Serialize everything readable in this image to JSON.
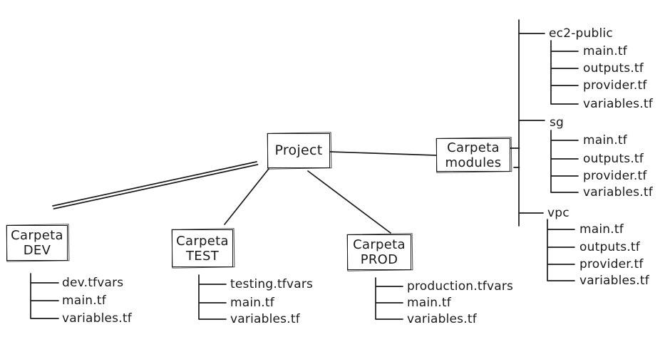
{
  "diagram": {
    "root": {
      "label": "Project"
    },
    "modules_box": {
      "line1": "Carpeta",
      "line2": "modules"
    },
    "environments": [
      {
        "box_line1": "Carpeta",
        "box_line2": "DEV",
        "files": [
          "dev.tfvars",
          "main.tf",
          "variables.tf"
        ]
      },
      {
        "box_line1": "Carpeta",
        "box_line2": "TEST",
        "files": [
          "testing.tfvars",
          "main.tf",
          "variables.tf"
        ]
      },
      {
        "box_line1": "Carpeta",
        "box_line2": "PROD",
        "files": [
          "production.tfvars",
          "main.tf",
          "variables.tf"
        ]
      }
    ],
    "module_folders": [
      {
        "name": "ec2-public",
        "files": [
          "main.tf",
          "outputs.tf",
          "provider.tf",
          "variables.tf"
        ]
      },
      {
        "name": "sg",
        "files": [
          "main.tf",
          "outputs.tf",
          "provider.tf",
          "variables.tf"
        ]
      },
      {
        "name": "vpc",
        "files": [
          "main.tf",
          "outputs.tf",
          "provider.tf",
          "variables.tf"
        ]
      }
    ],
    "colors": {
      "stroke": "#1a1a1a",
      "background": "#ffffff"
    }
  }
}
